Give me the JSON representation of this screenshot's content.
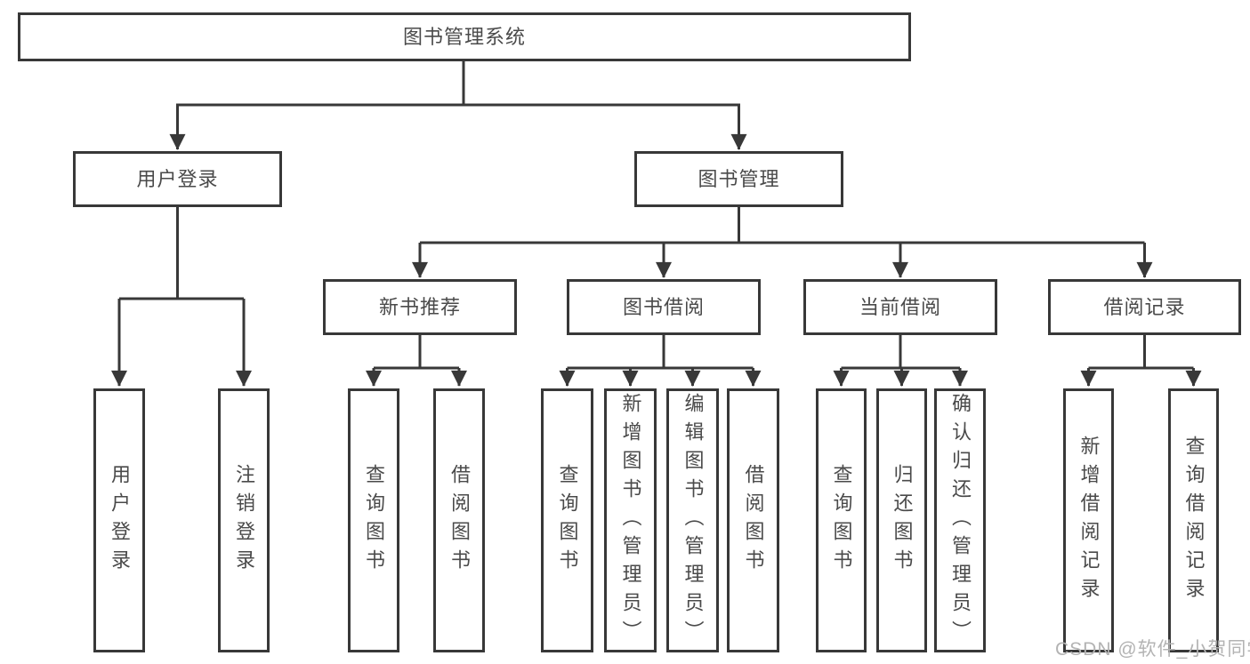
{
  "diagram": {
    "type": "tree-diagram",
    "title": "图书管理系统"
  },
  "nodes": {
    "root": "图书管理系统",
    "user_login": "用户登录",
    "book_management": "图书管理",
    "new_book_recommendation": "新书推荐",
    "book_borrowing": "图书借阅",
    "current_borrowing": "当前借阅",
    "borrowing_records": "借阅记录",
    "leaf_user_login": "用户登录",
    "leaf_logout": "注销登录",
    "leaf_query_books_recommend": "查询图书",
    "leaf_borrow_books_recommend": "借阅图书",
    "leaf_query_books_borrowing": "查询图书",
    "leaf_add_books_admin": "新增图书（管理员）",
    "leaf_edit_books_admin": "编辑图书（管理员）",
    "leaf_borrow_books_borrowing": "借阅图书",
    "leaf_query_books_current": "查询图书",
    "leaf_return_books": "归还图书",
    "leaf_confirm_return_admin": "确认归还（管理员）",
    "leaf_add_borrow_record": "新增借阅记录",
    "leaf_query_borrow_record": "查询借阅记录"
  },
  "hierarchy": {
    "图书管理系统": {
      "用户登录": [
        "用户登录",
        "注销登录"
      ],
      "图书管理": {
        "新书推荐": [
          "查询图书",
          "借阅图书"
        ],
        "图书借阅": [
          "查询图书",
          "新增图书（管理员）",
          "编辑图书（管理员）",
          "借阅图书"
        ],
        "当前借阅": [
          "查询图书",
          "归还图书",
          "确认归还（管理员）"
        ],
        "借阅记录": [
          "新增借阅记录",
          "查询借阅记录"
        ]
      }
    }
  },
  "watermark": {
    "text": "CSDN @软件_小贺同学",
    "color": "#b3b3b3"
  },
  "style": {
    "line_color": "#383838",
    "text_color": "#4a4a4a",
    "background": "#ffffff"
  }
}
